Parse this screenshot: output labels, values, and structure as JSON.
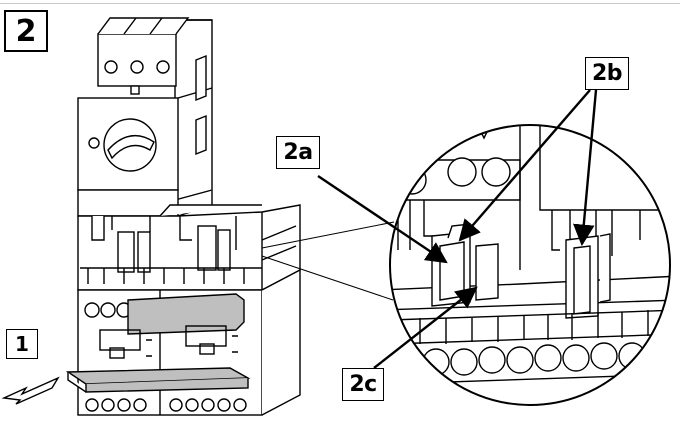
{
  "step": {
    "main_label": "2",
    "sub_label": "1"
  },
  "callouts": {
    "a": "2a",
    "b": "2b",
    "c": "2c"
  },
  "colors": {
    "line": "#000000",
    "shade": "#bfbfbf",
    "light": "#ffffff",
    "rule": "#c9c9c9"
  }
}
